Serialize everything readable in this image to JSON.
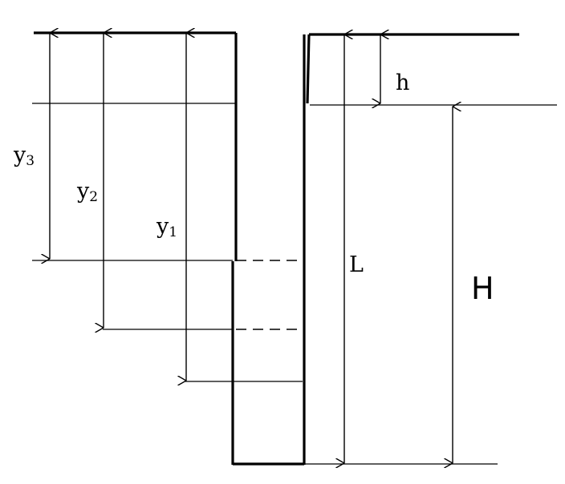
{
  "diagram": {
    "labels": {
      "y3": {
        "base": "y",
        "sub": "3"
      },
      "y2": {
        "base": "y",
        "sub": "2"
      },
      "y1": {
        "base": "y",
        "sub": "1"
      },
      "h": "h",
      "L": "L",
      "H": "H"
    }
  }
}
